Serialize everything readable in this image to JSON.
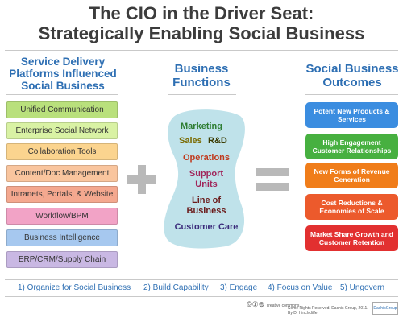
{
  "title": {
    "line1": "The CIO in the Driver Seat:",
    "line2": "Strategically Enabling Social Business"
  },
  "columns": {
    "left": {
      "line1": "Service Delivery",
      "line2": "Platforms Influenced",
      "line3": "Social Business"
    },
    "middle": {
      "line1": "Business",
      "line2": "Functions"
    },
    "right": {
      "line1": "Social Business",
      "line2": "Outcomes"
    }
  },
  "platforms": [
    {
      "label": "Unified Communication",
      "color": "#b9e07c"
    },
    {
      "label": "Enterprise Social Network",
      "color": "#d9f2a4"
    },
    {
      "label": "Collaboration Tools",
      "color": "#fbd48f"
    },
    {
      "label": "Content/Doc Management",
      "color": "#f9c59e"
    },
    {
      "label": "Intranets, Portals, & Website",
      "color": "#f4a88f"
    },
    {
      "label": "Workflow/BPM",
      "color": "#f2a3c6"
    },
    {
      "label": "Business Intelligence",
      "color": "#a6c8ef"
    },
    {
      "label": "ERP/CRM/Supply Chain",
      "color": "#c9b8e3"
    }
  ],
  "functions": {
    "marketing": {
      "label": "Marketing",
      "color": "#2e7d32"
    },
    "sales": {
      "label": "Sales",
      "color": "#7a6a00"
    },
    "rd": {
      "label": "R&D",
      "color": "#3a3a00"
    },
    "operations": {
      "label": "Operations",
      "color": "#c0391c"
    },
    "support_units_1": {
      "label": "Support",
      "color": "#a0255a"
    },
    "support_units_2": {
      "label": "Units",
      "color": "#a0255a"
    },
    "line_of_business_1": {
      "label": "Line of",
      "color": "#6a1a1a"
    },
    "line_of_business_2": {
      "label": "Business",
      "color": "#6a1a1a"
    },
    "customer_care": {
      "label": "Customer Care",
      "color": "#3a2a7a"
    },
    "blob_color": "#bfe2ea"
  },
  "outcomes": [
    {
      "label": "Potent New Products & Services",
      "color": "#3b8de0"
    },
    {
      "label": "High Engagement Customer Relationships",
      "color": "#47b040"
    },
    {
      "label": "New Forms of Revenue Generation",
      "color": "#f07d1a"
    },
    {
      "label": "Cost Reductions & Economies of Scale",
      "color": "#ec5a2c"
    },
    {
      "label": "Market Share Growth and Customer Retention",
      "color": "#e23030"
    }
  ],
  "steps": [
    {
      "label": "1) Organize for Social Business"
    },
    {
      "label": "2) Build Capability"
    },
    {
      "label": "3) Engage"
    },
    {
      "label": "4) Focus on Value"
    },
    {
      "label": "5) Ungovern"
    }
  ],
  "footer": {
    "license_symbols": "©①⊜",
    "cc_text": "creative commons",
    "rights": "Some Rights Reserved. Dachis Group, 2011. By D. Hinchcliffe",
    "logo": "DachisGroup"
  },
  "colors": {
    "title": "#3c3c3c",
    "accent_blue": "#2e6fb3",
    "symbol_gray": "#b9b9b9"
  }
}
